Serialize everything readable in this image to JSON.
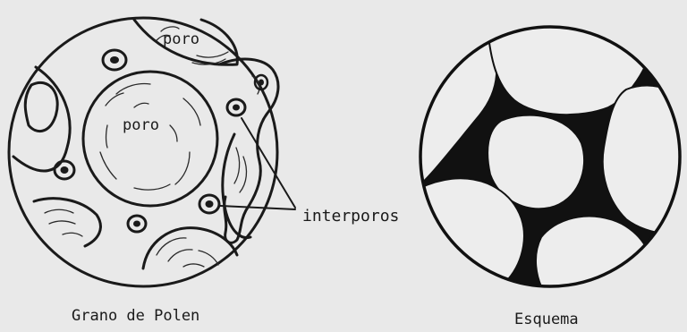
{
  "labels": {
    "pore_top": "poro",
    "pore_center": "poro",
    "interpores": "interporos",
    "left_caption": "Grano de Polen",
    "right_caption": "Esquema"
  }
}
